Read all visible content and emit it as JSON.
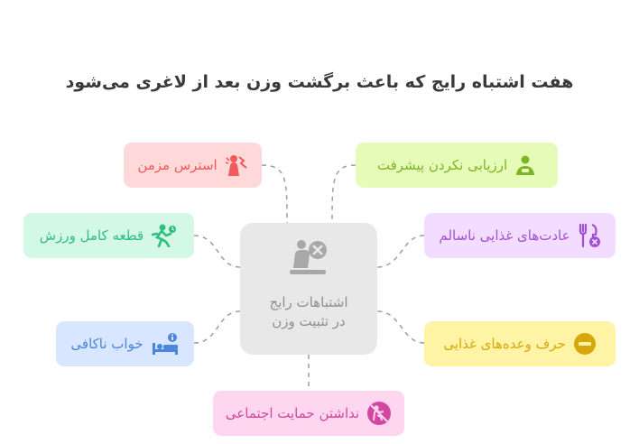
{
  "title": "هفت اشتباه رایج که باعث برگشت وزن بعد از لاغری می‌شود",
  "center": {
    "line1": "اشتباهات رایج",
    "line2": "در تثبیت وزن",
    "icon": "weight-scale-warning-icon"
  },
  "nodes": {
    "stress": {
      "label": "استرس مزمن",
      "icon": "stress-person-icon",
      "color": "#f05a5a",
      "bg": "#ffd9d9"
    },
    "progress": {
      "label": "ارزیابی نکردن پیشرفت",
      "icon": "assessment-person-icon",
      "color": "#7eb526",
      "bg": "#e6fbb8"
    },
    "exercise": {
      "label": "قطعه کامل ورزش",
      "icon": "running-person-icon",
      "color": "#2ebf7e",
      "bg": "#d3f8e5"
    },
    "habits": {
      "label": "عادت‌های غذایی ناسالم",
      "icon": "fork-knife-no-icon",
      "color": "#a24fd3",
      "bg": "#f2dcff"
    },
    "sleep": {
      "label": "خواب ناکافی",
      "icon": "bed-info-icon",
      "color": "#4a86dd",
      "bg": "#d9e6ff"
    },
    "meals": {
      "label": "حرف وعده‌های غذایی",
      "icon": "minus-circle-icon",
      "color": "#d6a80c",
      "bg": "#fff3a6"
    },
    "social": {
      "label": "نداشتن حمایت اجتماعی",
      "icon": "no-support-icon",
      "color": "#d2479f",
      "bg": "#ffd6ef"
    }
  }
}
